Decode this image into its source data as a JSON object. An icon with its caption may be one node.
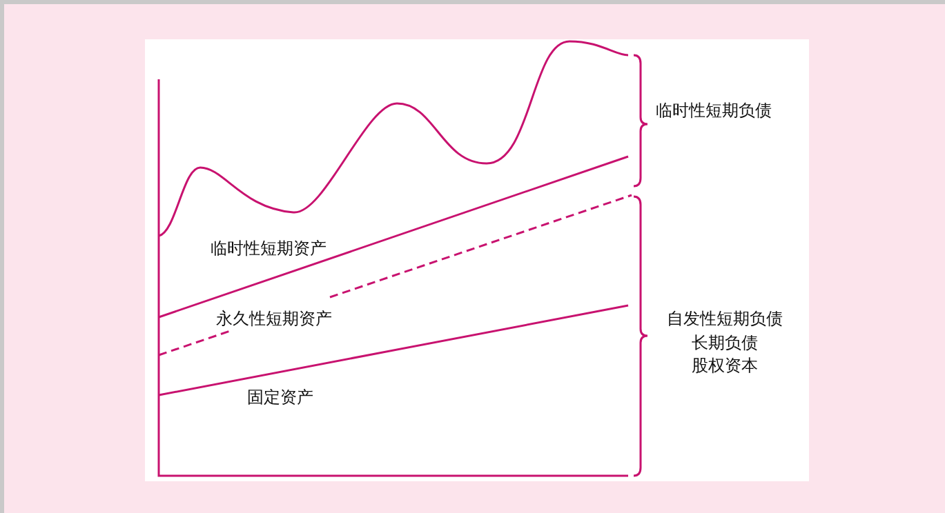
{
  "diagram": {
    "labels": [
      "临时性短期负债",
      "临时性短期资产",
      "永久性短期资产",
      "自发性短期负债",
      "长期负债",
      "股权资本",
      "固定资产"
    ]
  }
}
